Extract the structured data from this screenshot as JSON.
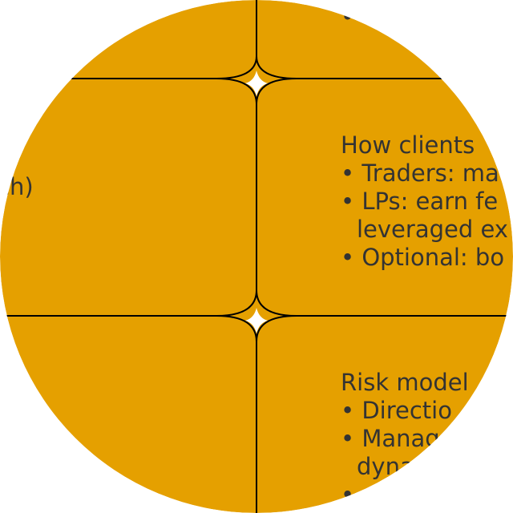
{
  "diagram": {
    "circle_fill": "#E5A000",
    "line_color": "#000000",
    "text_color": "#333333",
    "cells": {
      "top_right": {
        "lines": [
          "• C"
        ]
      },
      "middle_left": {
        "lines": [
          "ch)"
        ]
      },
      "middle_right": {
        "lines": [
          "How clients",
          "• Traders: ma",
          "• LPs: earn fe",
          "leveraged ex",
          "• Optional: bo"
        ]
      },
      "bottom_right": {
        "lines": [
          "Risk model",
          "• Directio",
          "• Manag",
          "dyna",
          "•"
        ]
      }
    }
  }
}
